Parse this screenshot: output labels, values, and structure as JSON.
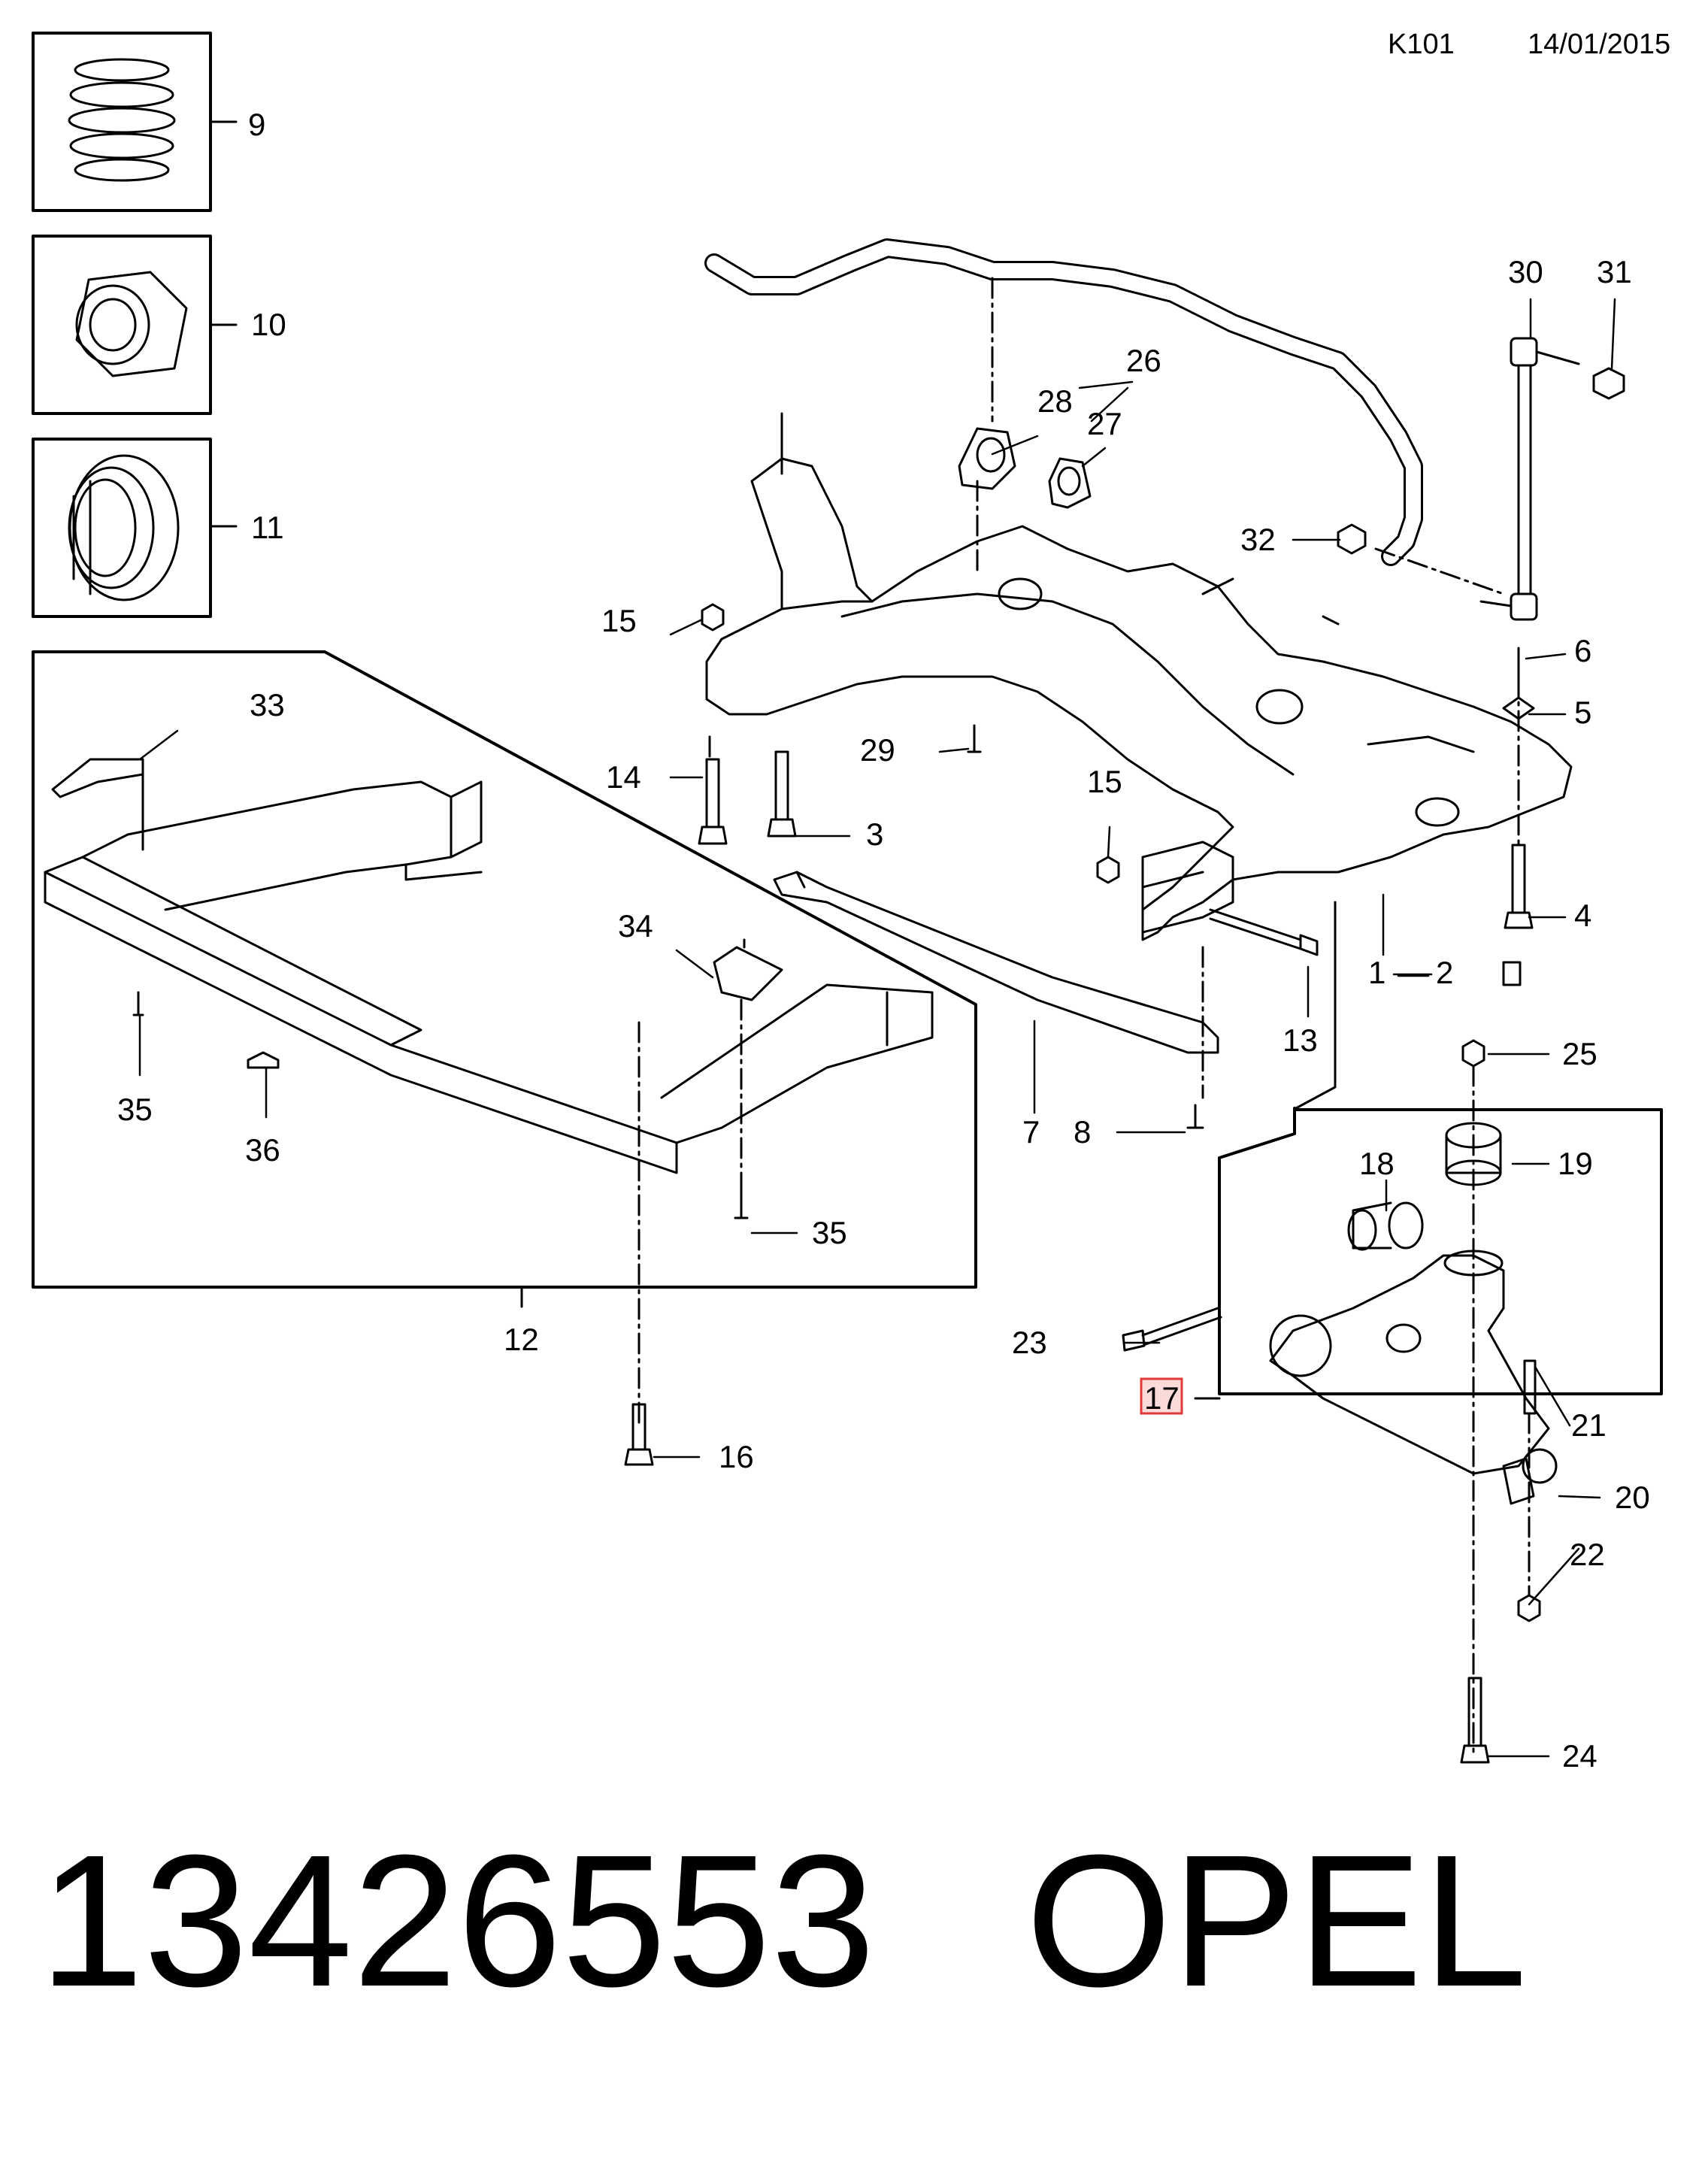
{
  "header": {
    "code": "K101",
    "date": "14/01/2015"
  },
  "footer": {
    "part_number": "13426553",
    "brand": "OPEL"
  },
  "highlight_color": "#e03a3a",
  "callouts": {
    "c1": "1",
    "c2": "2",
    "c3": "3",
    "c4": "4",
    "c5": "5",
    "c6": "6",
    "c7": "7",
    "c8": "8",
    "c9": "9",
    "c10": "10",
    "c11": "11",
    "c12": "12",
    "c13": "13",
    "c14": "14",
    "c15a": "15",
    "c15b": "15",
    "c16": "16",
    "c17": "17",
    "c18": "18",
    "c19": "19",
    "c20": "20",
    "c21": "21",
    "c22": "22",
    "c23": "23",
    "c24": "24",
    "c25": "25",
    "c26": "26",
    "c27": "27",
    "c28": "28",
    "c29": "29",
    "c30": "30",
    "c31": "31",
    "c32": "32",
    "c33": "33",
    "c34": "34",
    "c35a": "35",
    "c35b": "35",
    "c36": "36"
  }
}
